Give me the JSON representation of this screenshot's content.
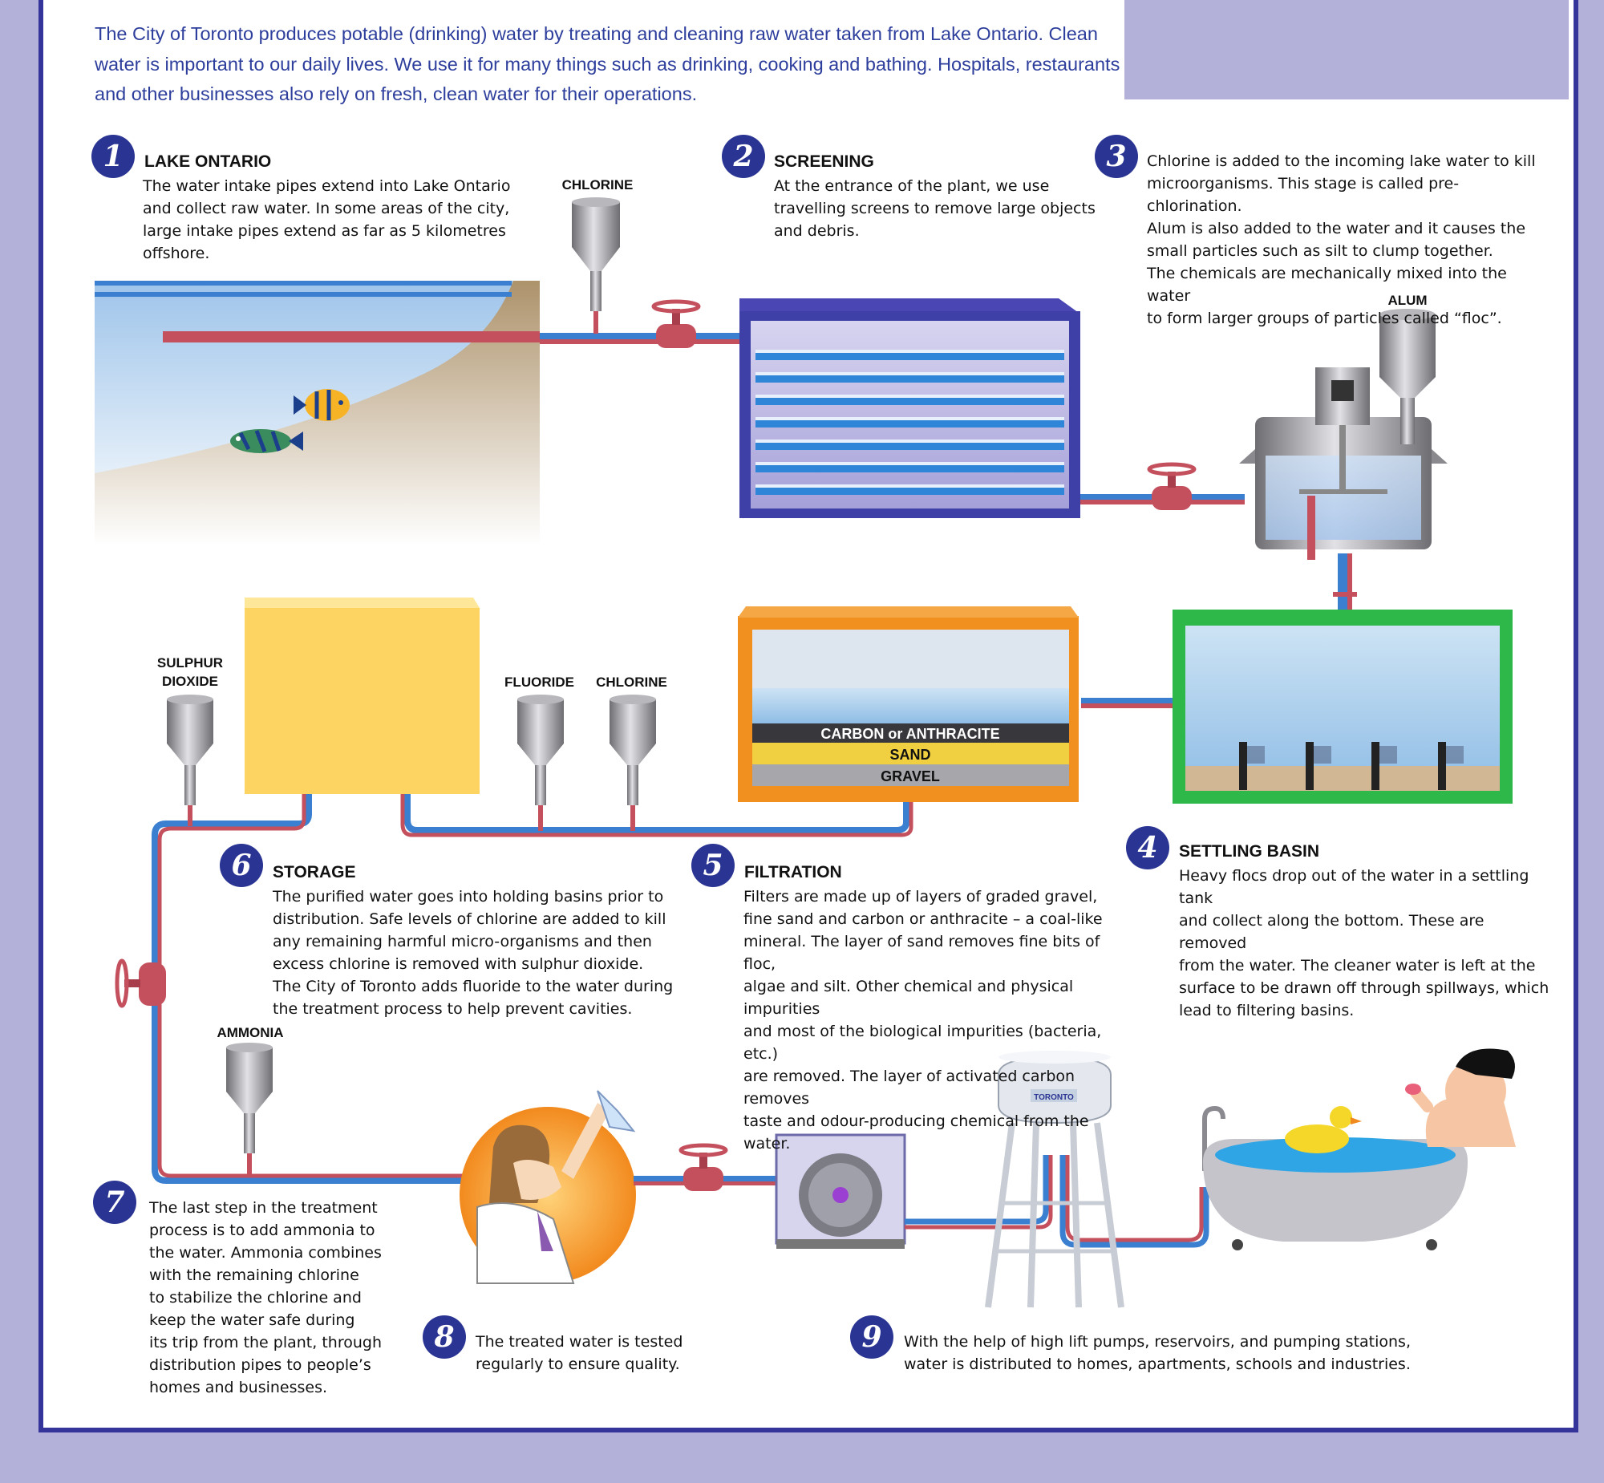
{
  "intro": "The City of Toronto produces potable (drinking) water by treating and cleaning raw water taken from Lake Ontario. Clean water is important to our daily lives. We use it for many things such as drinking, cooking and bathing. Hospitals, restaurants and other businesses also rely on fresh, clean water for their operations.",
  "steps": {
    "s1": {
      "num": "1",
      "title": "LAKE ONTARIO",
      "text": "The water intake pipes extend into Lake Ontario\nand collect raw water. In some areas of the city,\nlarge intake pipes extend as far as 5 kilometres offshore."
    },
    "s2": {
      "num": "2",
      "title": "SCREENING",
      "text": "At the entrance of the plant, we use\ntravelling screens to remove large objects\nand debris."
    },
    "s3": {
      "num": "3",
      "text": "Chlorine is added to the incoming lake water to kill\nmicroorganisms. This stage is called pre-chlorination.\nAlum is also added to the water and it causes the\nsmall particles such as silt to clump together.\nThe chemicals are mechanically mixed into the water\nto form larger groups of particles called “floc”."
    },
    "s4": {
      "num": "4",
      "title": "SETTLING BASIN",
      "text": "Heavy flocs drop out of the water in a settling tank\nand collect along the bottom. These are removed\nfrom the water. The cleaner water is left at the\nsurface to be drawn off through spillways, which\nlead to filtering basins."
    },
    "s5": {
      "num": "5",
      "title": "FILTRATION",
      "text": "Filters are made up of layers of graded gravel,\nfine sand and carbon or anthracite – a coal-like\nmineral. The layer of sand removes fine bits of floc,\nalgae and silt. Other chemical and physical impurities\nand most of the biological impurities (bacteria, etc.)\nare removed. The layer of activated carbon removes\ntaste and odour-producing chemical from the water."
    },
    "s6": {
      "num": "6",
      "title": "STORAGE",
      "text": "The purified water goes into holding basins prior to\ndistribution. Safe levels of chlorine are added to kill\nany remaining harmful micro-organisms and then\nexcess chlorine is removed with sulphur dioxide.\nThe City of Toronto adds fluoride to the water during\nthe treatment process to help prevent cavities."
    },
    "s7": {
      "num": "7",
      "text": "The last step in the treatment\nprocess is to add ammonia to\nthe water. Ammonia combines\nwith the remaining chlorine\nto stabilize the chlorine and\nkeep the water safe during\nits trip from the plant, through\ndistribution pipes to people’s\nhomes and businesses."
    },
    "s8": {
      "num": "8",
      "text": "The treated water is tested\nregularly to ensure quality."
    },
    "s9": {
      "num": "9",
      "text": "With the help of high lift pumps, reservoirs, and pumping stations,\nwater is distributed to homes, apartments, schools and industries."
    }
  },
  "labels": {
    "chlorine_top": "CHLORINE",
    "alum": "ALUM",
    "sulphur": "SULPHUR\nDIOXIDE",
    "fluoride": "FLUORIDE",
    "chlorine_mid": "CHLORINE",
    "ammonia": "AMMONIA",
    "carbon": "CARBON or ANTHRACITE",
    "sand": "SAND",
    "gravel": "GRAVEL",
    "tower": "TORONTO"
  },
  "colors": {
    "accent": "#2a3493",
    "pipe_red": "#c4505e",
    "pipe_blue": "#3a7fd0",
    "storage": "#fdd361",
    "filter_frame": "#f2901f",
    "settling_frame": "#2fb84a"
  }
}
